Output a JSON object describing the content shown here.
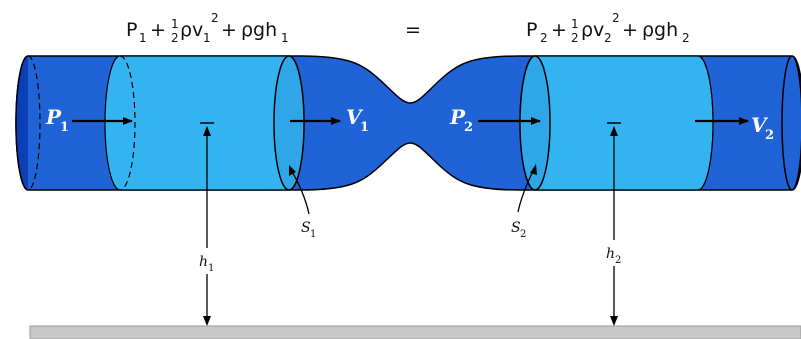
{
  "colors": {
    "pipe_dark": "#0a3fb8",
    "pipe_mid": "#1f63d6",
    "pipe_light": "#2fa6e8",
    "fluid_block": "#33b3f0",
    "outline": "#000000",
    "ground": "#c8c8c8"
  },
  "equation": {
    "left": {
      "p": "P",
      "p_sub": "1",
      "plus1": "+",
      "half_num": "1",
      "half_den": "2",
      "rho_v": "ρv",
      "v_sub": "1",
      "v_sup": "2",
      "plus2": "+",
      "rho_gh": "ρgh",
      "h_sub": "1"
    },
    "equals": "=",
    "right": {
      "p": "P",
      "p_sub": "2",
      "plus1": "+",
      "half_num": "1",
      "half_den": "2",
      "rho_v": "ρv",
      "v_sub": "2",
      "v_sup": "2",
      "plus2": "+",
      "rho_gh": "ρgh",
      "h_sub": "2"
    }
  },
  "labels": {
    "p1": {
      "main": "P",
      "sub": "1"
    },
    "v1": {
      "main": "V",
      "sub": "1"
    },
    "p2": {
      "main": "P",
      "sub": "2"
    },
    "v2": {
      "main": "V",
      "sub": "2"
    },
    "s1": {
      "main": "S",
      "sub": "1"
    },
    "s2": {
      "main": "S",
      "sub": "2"
    },
    "h1": {
      "main": "h",
      "sub": "1"
    },
    "h2": {
      "main": "h",
      "sub": "2"
    }
  }
}
